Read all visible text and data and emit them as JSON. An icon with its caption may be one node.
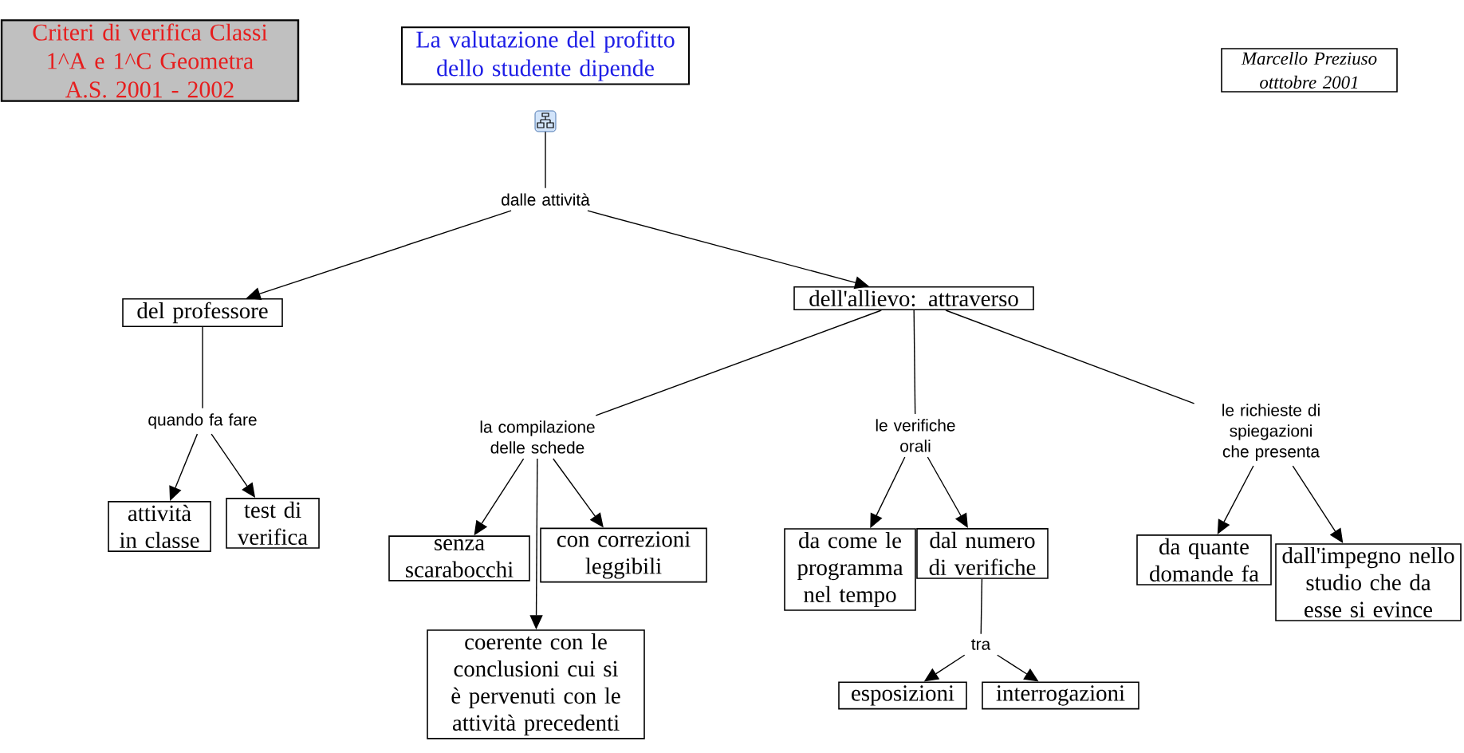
{
  "diagram": {
    "nodes": [
      {
        "text": [
          "Criteri di verifica Classi 1^A e 1^C Geometra A.S. 2001 - 2002"
        ]
      },
      {
        "text": [
          "La valutazione del profitto dello studente dipende"
        ]
      },
      {
        "text": [
          "Marcello Preziuso otttobre 2001"
        ]
      },
      {
        "text": [],
        "shape": "picture"
      },
      {
        "text": [
          "dalle attività"
        ]
      },
      {
        "text": [
          "del professore"
        ]
      },
      {
        "text": [
          "dell'allievo: attraverso"
        ]
      },
      {
        "text": [
          "quando fa fare"
        ]
      },
      {
        "text": [
          "attività in classe"
        ]
      },
      {
        "text": [
          "test di verifica"
        ]
      },
      {
        "text": [
          "la compilazione delle schede"
        ]
      },
      {
        "text": [
          "le verifiche orali"
        ]
      },
      {
        "text": [
          "le richieste di spiegazioni che presenta"
        ]
      },
      {
        "text": [
          "senza scarabocchi"
        ]
      },
      {
        "text": [
          "con correzioni leggibili"
        ]
      },
      {
        "text": [
          "coerente con le conclusioni cui si è pervenuti con le attività precedenti"
        ]
      },
      {
        "text": [
          "da come le programma nel tempo"
        ]
      },
      {
        "text": [
          "dal numero di verifiche"
        ]
      },
      {
        "text": [
          "da quante domande fa"
        ]
      },
      {
        "text": [
          "dall'impegno nello studio che da esse si evince"
        ]
      },
      {
        "text": [
          "tra"
        ]
      },
      {
        "text": [
          "esposizioni"
        ]
      },
      {
        "text": [
          "interrogazioni"
        ]
      }
    ],
    "edges": [
      {
        "from": 3,
        "to": 4,
        "arrow": "none"
      },
      {
        "from": 4,
        "to": 5,
        "arrow": "to"
      },
      {
        "from": 4,
        "to": 6,
        "arrow": "to"
      },
      {
        "from": 5,
        "to": 7,
        "arrow": "none"
      },
      {
        "from": 7,
        "to": 8,
        "arrow": "to"
      },
      {
        "from": 7,
        "to": 9,
        "arrow": "to"
      },
      {
        "from": 6,
        "to": 10,
        "arrow": "none"
      },
      {
        "from": 6,
        "to": 11,
        "arrow": "none"
      },
      {
        "from": 6,
        "to": 12,
        "arrow": "none"
      },
      {
        "from": 10,
        "to": 13,
        "arrow": "to"
      },
      {
        "from": 10,
        "to": 14,
        "arrow": "to"
      },
      {
        "from": 10,
        "to": 15,
        "arrow": "to"
      },
      {
        "from": 11,
        "to": 16,
        "arrow": "to"
      },
      {
        "from": 11,
        "to": 17,
        "arrow": "to"
      },
      {
        "from": 12,
        "to": 18,
        "arrow": "to"
      },
      {
        "from": 12,
        "to": 19,
        "arrow": "to"
      },
      {
        "from": 17,
        "to": 20,
        "arrow": "none"
      },
      {
        "from": 20,
        "to": 21,
        "arrow": "to"
      },
      {
        "from": 20,
        "to": 22,
        "arrow": "to"
      }
    ]
  }
}
